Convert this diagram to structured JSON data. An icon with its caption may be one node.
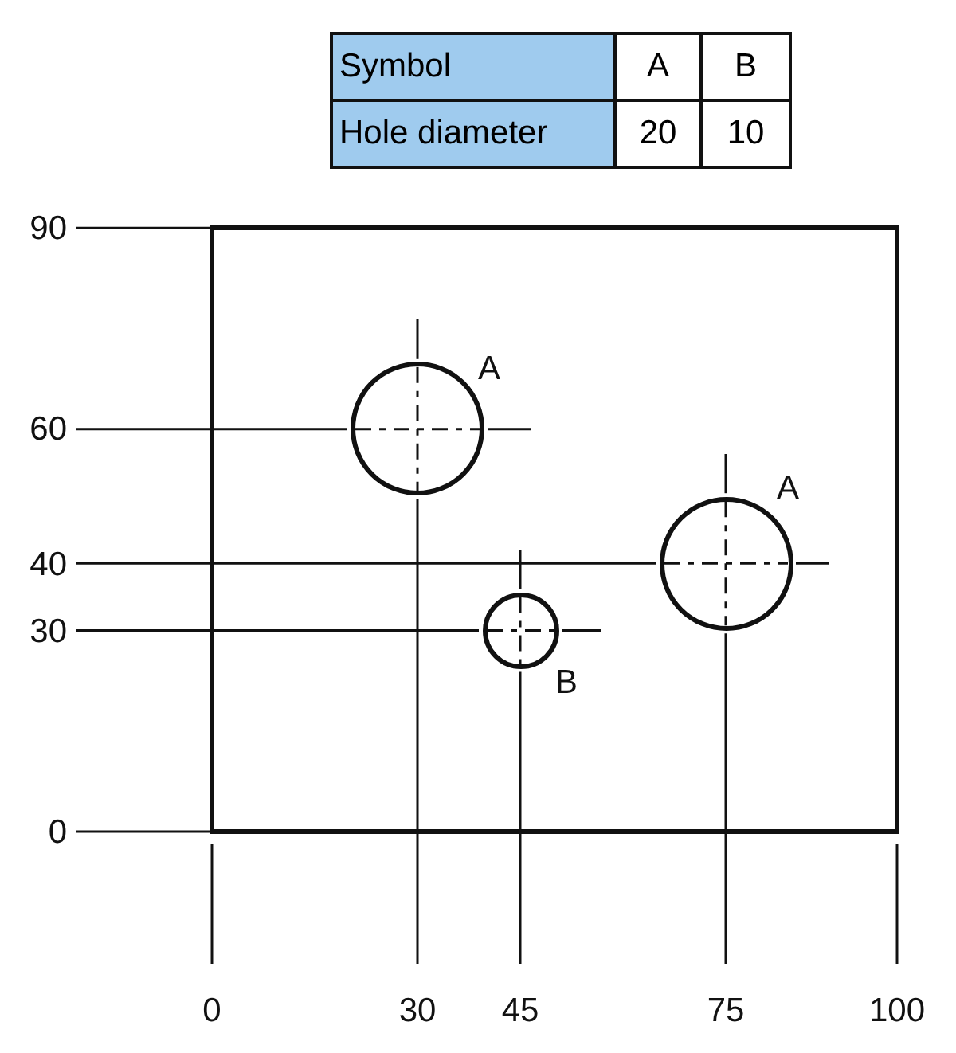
{
  "diagram": {
    "nodes": [
      {
        "text": [],
        "shape": "circle",
        "beside": [
          "A"
        ]
      },
      {
        "text": [],
        "shape": "circle",
        "beside": [
          "A"
        ]
      },
      {
        "text": [],
        "shape": "circle",
        "beside": [
          "B"
        ]
      }
    ],
    "labels": [
      "Symbol",
      "A",
      "B",
      "Hole diameter",
      "20",
      "10",
      "90",
      "60",
      "40",
      "30",
      "0",
      "0",
      "30",
      "45",
      "75",
      "100"
    ]
  }
}
